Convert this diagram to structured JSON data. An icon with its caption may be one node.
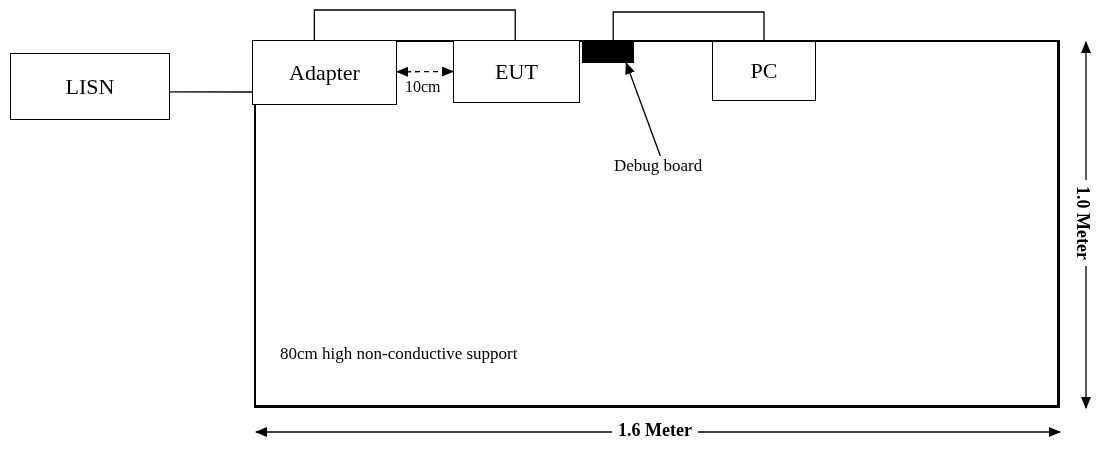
{
  "diagram": {
    "nodes": [
      {
        "text": [
          "80cm high non-conductive support"
        ]
      },
      {
        "text": [
          "LISN"
        ]
      },
      {
        "text": [
          "Adapter"
        ],
        "in": 0
      },
      {
        "text": [
          "EUT"
        ],
        "in": 0
      },
      {
        "text": [],
        "shape": "bar",
        "in": 0
      },
      {
        "text": [
          "PC"
        ],
        "in": 0
      },
      {
        "text": [
          "Debug board"
        ],
        "in": 0
      }
    ],
    "edges": [
      {
        "from": 1,
        "to": 2,
        "arrow": "none"
      },
      {
        "from": 2,
        "to": 3,
        "arrow": "none"
      },
      {
        "from": 4,
        "to": 5,
        "arrow": "none"
      },
      {
        "from": 6,
        "to": 4,
        "arrow": "to"
      },
      {
        "from": 2,
        "to": 3,
        "arrow": "both",
        "style": "dashed",
        "label": "10cm"
      }
    ],
    "labels": [
      "1.0 Meter",
      "1.6 Meter"
    ]
  }
}
